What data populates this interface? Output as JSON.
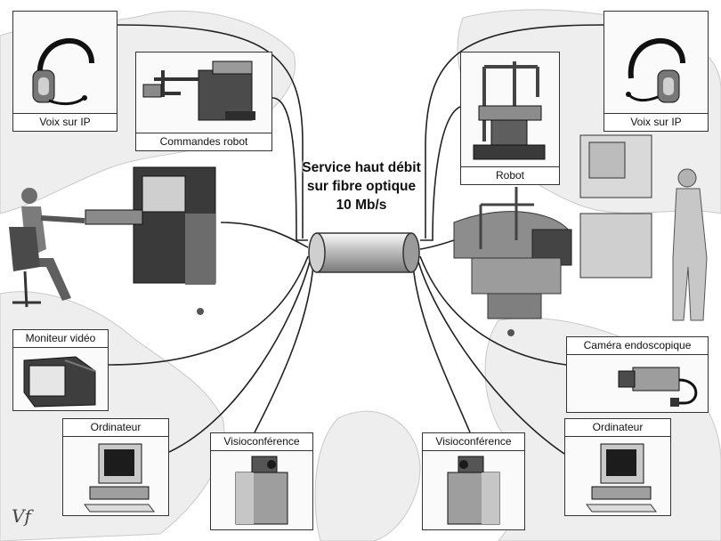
{
  "center": {
    "line1": "Service haut débit",
    "line2": "sur fibre optique",
    "line3": "10 Mb/s"
  },
  "nodes": {
    "voix_left": "Voix sur IP",
    "commandes_robot": "Commandes robot",
    "moniteur_video": "Moniteur vidéo",
    "ordinateur_left": "Ordinateur",
    "visio_left": "Visioconférence",
    "voix_right": "Voix sur IP",
    "robot": "Robot",
    "camera": "Caméra endoscopique",
    "ordinateur_right": "Ordinateur",
    "visio_right": "Visioconférence"
  },
  "signature": "Vf",
  "icons": [
    "headset-icon",
    "robot-arm-icon",
    "monitor-icon",
    "computer-icon",
    "videoconference-icon",
    "robot-icon",
    "camera-icon",
    "fiber-cable-icon",
    "surgeon-console-icon",
    "operating-room-icon"
  ]
}
